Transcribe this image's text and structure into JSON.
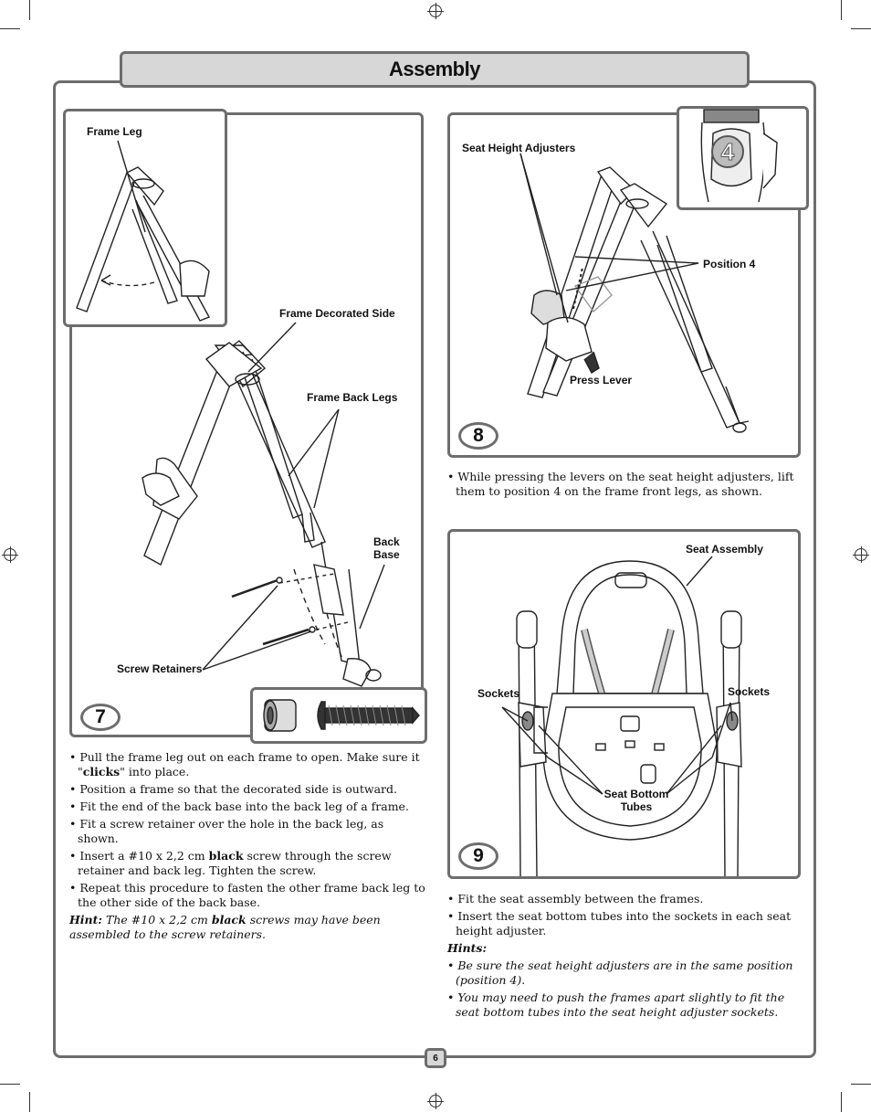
{
  "title": "Assembly",
  "page_number": "6",
  "step7": {
    "number": "7",
    "labels": {
      "frame_leg": "Frame Leg",
      "frame_decorated_side": "Frame Decorated Side",
      "frame_back_legs": "Frame Back Legs",
      "back_base": "Back\nBase",
      "screw_retainers": "Screw Retainers"
    },
    "instructions": [
      {
        "before": "Pull the frame leg out on each frame to open. Make sure it \"",
        "bold": "clicks",
        "after": "\" into place."
      },
      {
        "before": "Position a frame so that the decorated side is outward.",
        "bold": "",
        "after": ""
      },
      {
        "before": "Fit the end of the back base into the back leg of a frame.",
        "bold": "",
        "after": ""
      },
      {
        "before": "Fit a screw retainer over the hole in the back leg, as shown.",
        "bold": "",
        "after": ""
      },
      {
        "before": "Insert a #10 x 2,2 cm ",
        "bold": "black",
        "after": " screw through the screw retainer and back leg. Tighten the screw."
      },
      {
        "before": "Repeat this procedure to fasten the other frame back leg to the other side of the back base.",
        "bold": "",
        "after": ""
      }
    ],
    "hint": {
      "label": "Hint:",
      "before": " The #10 x 2,2 cm ",
      "bold": "black",
      "after": " screws may have been assembled to the screw retainers."
    }
  },
  "step8": {
    "number": "8",
    "labels": {
      "seat_height_adjusters": "Seat Height Adjusters",
      "position_4": "Position 4",
      "press_lever": "Press Lever",
      "inset_number": "4"
    },
    "instructions": [
      "While pressing the levers on the seat height adjusters, lift them to position 4 on the frame front legs, as shown."
    ]
  },
  "step9": {
    "number": "9",
    "labels": {
      "seat_assembly": "Seat Assembly",
      "sockets_left": "Sockets",
      "sockets_right": "Sockets",
      "seat_bottom_tubes": "Seat Bottom\nTubes"
    },
    "instructions": [
      "Fit the seat assembly between the frames.",
      "Insert the seat bottom tubes into the sockets in each seat height adjuster."
    ],
    "hints_label": "Hints:",
    "hints": [
      "Be sure the seat height adjusters are in the same position (position 4).",
      "You may need to push the frames apart slightly to fit the seat bottom tubes into the seat height adjuster sockets."
    ]
  }
}
